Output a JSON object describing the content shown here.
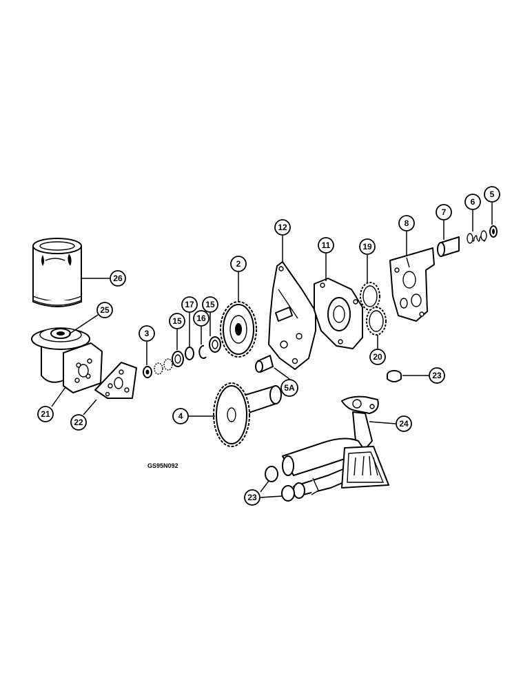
{
  "drawing_code": "GS95N092",
  "callouts": [
    {
      "id": "c-26",
      "label": "26"
    },
    {
      "id": "c-25",
      "label": "25"
    },
    {
      "id": "c-21",
      "label": "21"
    },
    {
      "id": "c-22",
      "label": "22"
    },
    {
      "id": "c-3",
      "label": "3"
    },
    {
      "id": "c-15a",
      "label": "15"
    },
    {
      "id": "c-17",
      "label": "17"
    },
    {
      "id": "c-16",
      "label": "16"
    },
    {
      "id": "c-15b",
      "label": "15"
    },
    {
      "id": "c-2",
      "label": "2"
    },
    {
      "id": "c-12",
      "label": "12"
    },
    {
      "id": "c-11",
      "label": "11"
    },
    {
      "id": "c-19",
      "label": "19"
    },
    {
      "id": "c-20",
      "label": "20"
    },
    {
      "id": "c-8",
      "label": "8"
    },
    {
      "id": "c-7",
      "label": "7"
    },
    {
      "id": "c-6",
      "label": "6"
    },
    {
      "id": "c-5",
      "label": "5"
    },
    {
      "id": "c-5a",
      "label": "5A"
    },
    {
      "id": "c-23a",
      "label": "23"
    },
    {
      "id": "c-4",
      "label": "4"
    },
    {
      "id": "c-24",
      "label": "24"
    },
    {
      "id": "c-23b",
      "label": "23"
    }
  ]
}
